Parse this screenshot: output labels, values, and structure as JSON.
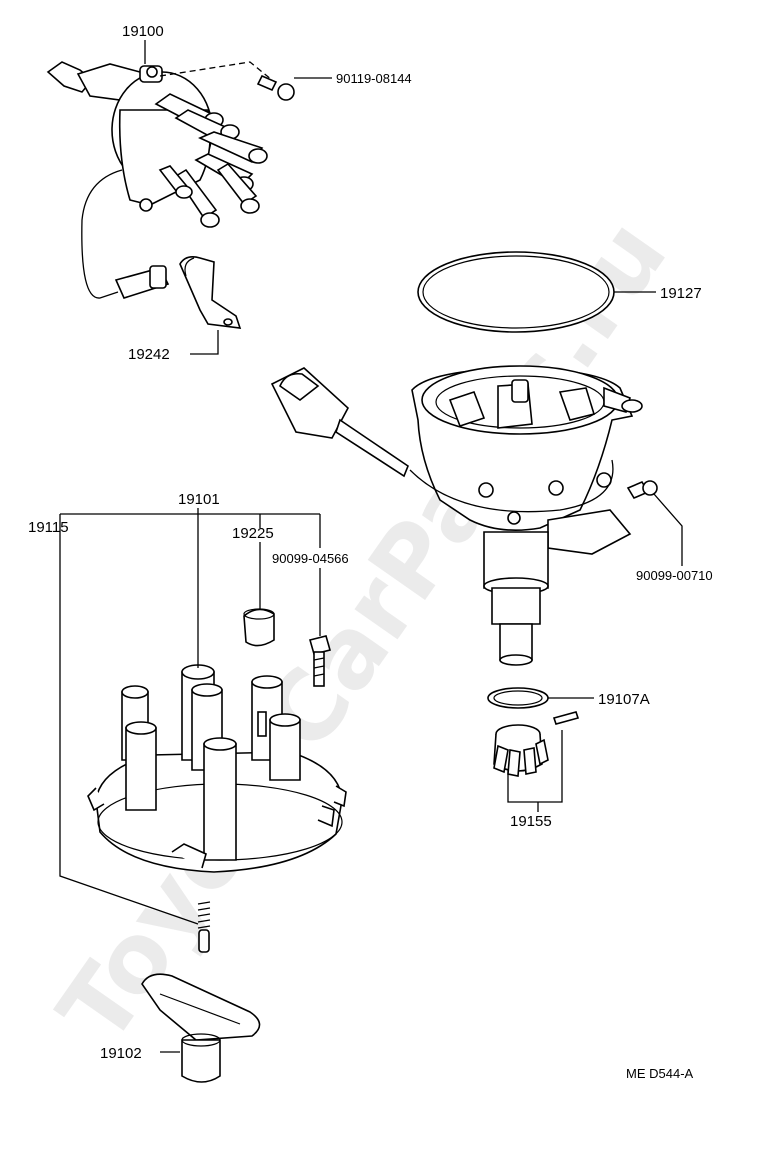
{
  "diagram": {
    "watermark": "ToyotaCarParts.ru",
    "reference_code": "ME  D544-A",
    "parts": [
      {
        "id": "p19100",
        "number": "19100"
      },
      {
        "id": "p90119",
        "number": "90119-08144"
      },
      {
        "id": "p19242",
        "number": "19242"
      },
      {
        "id": "p19127",
        "number": "19127"
      },
      {
        "id": "p19101",
        "number": "19101"
      },
      {
        "id": "p19115",
        "number": "19115"
      },
      {
        "id": "p19225",
        "number": "19225"
      },
      {
        "id": "p90099a",
        "number": "90099-04566"
      },
      {
        "id": "p90099b",
        "number": "90099-00710"
      },
      {
        "id": "p19107",
        "number": "19107A"
      },
      {
        "id": "p19155",
        "number": "19155"
      },
      {
        "id": "p19102",
        "number": "19102"
      }
    ]
  }
}
